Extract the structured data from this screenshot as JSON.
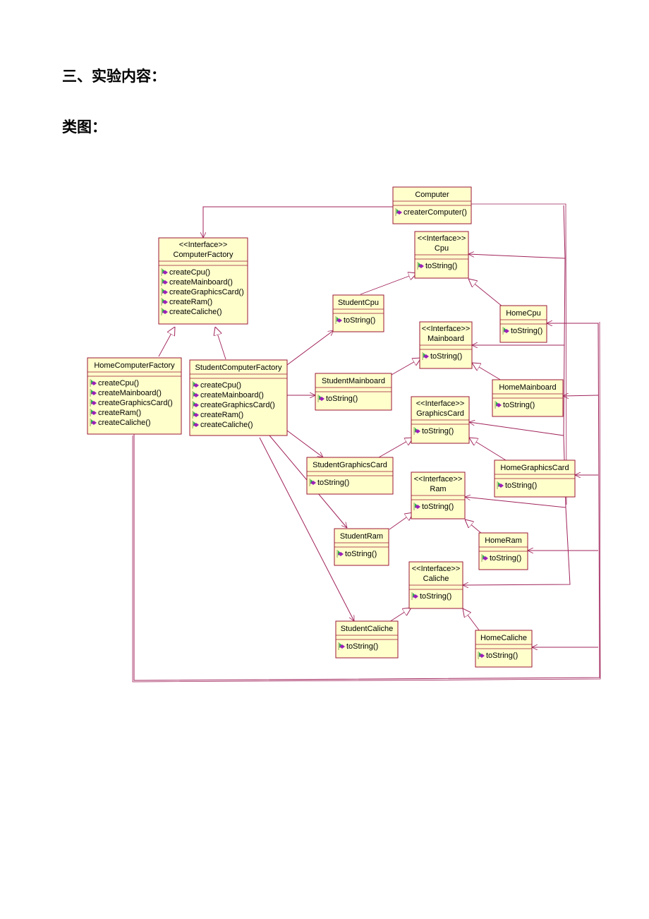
{
  "headings": {
    "section_title": "三、实验内容：",
    "diagram_title": "类图："
  },
  "colors": {
    "class_fill": "#ffffcc",
    "class_border": "#9b1535",
    "line": "#a0225a",
    "op_icon_green": "#2bb24c",
    "op_icon_purple": "#9b20b8"
  },
  "icons": {
    "operation": "public-operation-icon"
  },
  "classes": [
    {
      "id": "Computer",
      "name": "Computer",
      "ops": [
        "createrComputer()"
      ]
    },
    {
      "id": "ComputerFactory",
      "stereotype": "<<Interface>>",
      "name": "ComputerFactory",
      "ops": [
        "createCpu()",
        "createMainboard()",
        "createGraphicsCard()",
        "createRam()",
        "createCaliche()"
      ]
    },
    {
      "id": "Cpu",
      "stereotype": "<<Interface>>",
      "name": "Cpu",
      "ops": [
        "toString()"
      ]
    },
    {
      "id": "StudentCpu",
      "name": "StudentCpu",
      "ops": [
        "toString()"
      ]
    },
    {
      "id": "HomeCpu",
      "name": "HomeCpu",
      "ops": [
        "toString()"
      ]
    },
    {
      "id": "Mainboard",
      "stereotype": "<<Interface>>",
      "name": "Mainboard",
      "ops": [
        "toString()"
      ]
    },
    {
      "id": "HomeComputerFactory",
      "name": "HomeComputerFactory",
      "ops": [
        "createCpu()",
        "createMainboard()",
        "createGraphicsCard()",
        "createRam()",
        "createCaliche()"
      ]
    },
    {
      "id": "StudentComputerFactory",
      "name": "StudentComputerFactory",
      "ops": [
        "createCpu()",
        "createMainboard()",
        "createGraphicsCard()",
        "createRam()",
        "createCaliche()"
      ]
    },
    {
      "id": "StudentMainboard",
      "name": "StudentMainboard",
      "ops": [
        "toString()"
      ]
    },
    {
      "id": "HomeMainboard",
      "name": "HomeMainboard",
      "ops": [
        "toString()"
      ]
    },
    {
      "id": "GraphicsCard",
      "stereotype": "<<Interface>>",
      "name": "GraphicsCard",
      "ops": [
        "toString()"
      ]
    },
    {
      "id": "StudentGraphicsCard",
      "name": "StudentGraphicsCard",
      "ops": [
        "toString()"
      ]
    },
    {
      "id": "HomeGraphicsCard",
      "name": "HomeGraphicsCard",
      "ops": [
        "toString()"
      ]
    },
    {
      "id": "Ram",
      "stereotype": "<<Interface>>",
      "name": "Ram",
      "ops": [
        "toString()"
      ]
    },
    {
      "id": "StudentRam",
      "name": "StudentRam",
      "ops": [
        "toString()"
      ]
    },
    {
      "id": "HomeRam",
      "name": "HomeRam",
      "ops": [
        "toString()"
      ]
    },
    {
      "id": "Caliche",
      "stereotype": "<<Interface>>",
      "name": "Caliche",
      "ops": [
        "toString()"
      ]
    },
    {
      "id": "StudentCaliche",
      "name": "StudentCaliche",
      "ops": [
        "toString()"
      ]
    },
    {
      "id": "HomeCaliche",
      "name": "HomeCaliche",
      "ops": [
        "toString()"
      ]
    }
  ],
  "relations": [
    {
      "type": "realization",
      "from": "HomeComputerFactory",
      "to": "ComputerFactory"
    },
    {
      "type": "realization",
      "from": "StudentComputerFactory",
      "to": "ComputerFactory"
    },
    {
      "type": "realization",
      "from": "StudentCpu",
      "to": "Cpu"
    },
    {
      "type": "realization",
      "from": "HomeCpu",
      "to": "Cpu"
    },
    {
      "type": "realization",
      "from": "StudentMainboard",
      "to": "Mainboard"
    },
    {
      "type": "realization",
      "from": "HomeMainboard",
      "to": "Mainboard"
    },
    {
      "type": "realization",
      "from": "StudentGraphicsCard",
      "to": "GraphicsCard"
    },
    {
      "type": "realization",
      "from": "HomeGraphicsCard",
      "to": "GraphicsCard"
    },
    {
      "type": "realization",
      "from": "StudentRam",
      "to": "Ram"
    },
    {
      "type": "realization",
      "from": "HomeRam",
      "to": "Ram"
    },
    {
      "type": "realization",
      "from": "StudentCaliche",
      "to": "Caliche"
    },
    {
      "type": "realization",
      "from": "HomeCaliche",
      "to": "Caliche"
    },
    {
      "type": "dependency",
      "from": "StudentComputerFactory",
      "to": "StudentCpu"
    },
    {
      "type": "dependency",
      "from": "StudentComputerFactory",
      "to": "StudentMainboard"
    },
    {
      "type": "dependency",
      "from": "StudentComputerFactory",
      "to": "StudentGraphicsCard"
    },
    {
      "type": "dependency",
      "from": "StudentComputerFactory",
      "to": "StudentRam"
    },
    {
      "type": "dependency",
      "from": "StudentComputerFactory",
      "to": "StudentCaliche"
    },
    {
      "type": "dependency",
      "from": "Computer",
      "to": "ComputerFactory"
    },
    {
      "type": "dependency",
      "from": "Computer",
      "to": "Cpu"
    },
    {
      "type": "dependency",
      "from": "Computer",
      "to": "Mainboard"
    },
    {
      "type": "dependency",
      "from": "Computer",
      "to": "GraphicsCard"
    },
    {
      "type": "dependency",
      "from": "Computer",
      "to": "Ram"
    },
    {
      "type": "dependency",
      "from": "Computer",
      "to": "Caliche"
    },
    {
      "type": "dependency",
      "from": "HomeComputerFactory",
      "to": "HomeCpu"
    },
    {
      "type": "dependency",
      "from": "HomeComputerFactory",
      "to": "HomeMainboard"
    },
    {
      "type": "dependency",
      "from": "HomeComputerFactory",
      "to": "HomeGraphicsCard"
    },
    {
      "type": "dependency",
      "from": "HomeComputerFactory",
      "to": "HomeRam"
    },
    {
      "type": "dependency",
      "from": "HomeComputerFactory",
      "to": "HomeCaliche"
    }
  ]
}
